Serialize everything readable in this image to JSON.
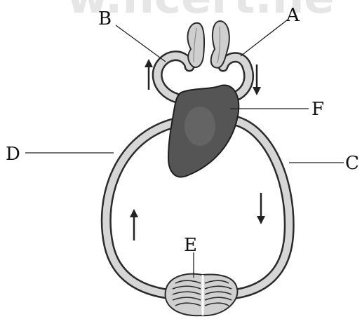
{
  "watermark": "w.ncert.ne",
  "labels": {
    "A": "A",
    "B": "B",
    "C": "C",
    "D": "D",
    "E": "E",
    "F": "F"
  },
  "colors": {
    "vessel_fill": "#d6d6d6",
    "vessel_stroke": "#2b2b2b",
    "heart_fill": "#555555",
    "lung_fill": "#cfcfcf",
    "arrow": "#222222"
  }
}
